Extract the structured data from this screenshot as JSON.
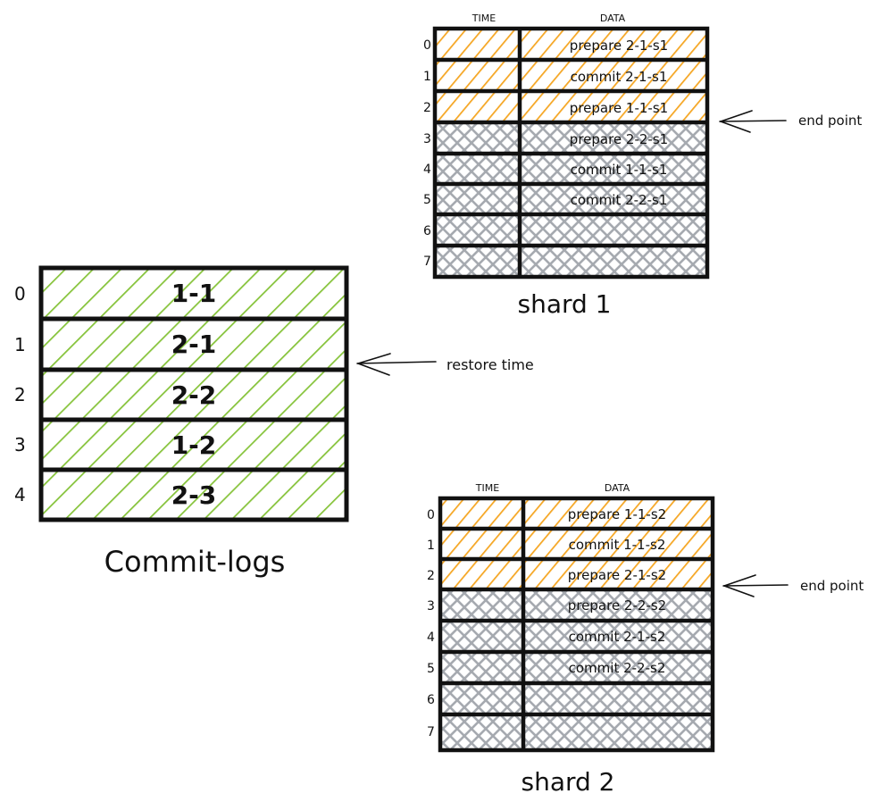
{
  "colors": {
    "green": "#86c33a",
    "orange": "#f5a623",
    "gray": "#a6aab0",
    "ink": "#111111"
  },
  "commit_logs": {
    "title": "Commit-logs",
    "rows": [
      {
        "index": "0",
        "label": "1-1"
      },
      {
        "index": "1",
        "label": "2-1"
      },
      {
        "index": "2",
        "label": "2-2"
      },
      {
        "index": "3",
        "label": "1-2"
      },
      {
        "index": "4",
        "label": "2-3"
      }
    ],
    "annotation": "restore time"
  },
  "shard1": {
    "title": "shard 1",
    "time_header": "TIME",
    "data_header": "DATA",
    "annotation": "end point",
    "rows": [
      {
        "index": "0",
        "data": "prepare 2-1-s1",
        "state": "applied"
      },
      {
        "index": "1",
        "data": "commit 2-1-s1",
        "state": "applied"
      },
      {
        "index": "2",
        "data": "prepare 1-1-s1",
        "state": "applied"
      },
      {
        "index": "3",
        "data": "prepare 2-2-s1",
        "state": "pending"
      },
      {
        "index": "4",
        "data": "commit 1-1-s1",
        "state": "pending"
      },
      {
        "index": "5",
        "data": "commit 2-2-s1",
        "state": "pending"
      },
      {
        "index": "6",
        "data": "",
        "state": "pending"
      },
      {
        "index": "7",
        "data": "",
        "state": "pending"
      }
    ]
  },
  "shard2": {
    "title": "shard 2",
    "time_header": "TIME",
    "data_header": "DATA",
    "annotation": "end point",
    "rows": [
      {
        "index": "0",
        "data": "prepare 1-1-s2",
        "state": "applied"
      },
      {
        "index": "1",
        "data": "commit 1-1-s2",
        "state": "applied"
      },
      {
        "index": "2",
        "data": "prepare 2-1-s2",
        "state": "applied"
      },
      {
        "index": "3",
        "data": "prepare 2-2-s2",
        "state": "pending"
      },
      {
        "index": "4",
        "data": "commit 2-1-s2",
        "state": "pending"
      },
      {
        "index": "5",
        "data": "commit 2-2-s2",
        "state": "pending"
      },
      {
        "index": "6",
        "data": "",
        "state": "pending"
      },
      {
        "index": "7",
        "data": "",
        "state": "pending"
      }
    ]
  }
}
